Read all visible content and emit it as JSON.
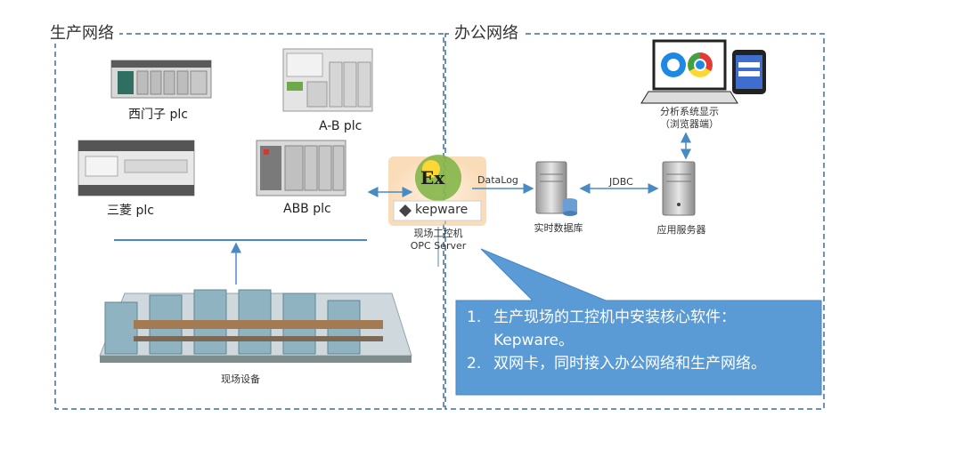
{
  "zones": {
    "production": "生产网络",
    "office": "办公网络"
  },
  "devices": {
    "siemens": "西门子 plc",
    "ab": "A-B plc",
    "mitsubishi": "三菱 plc",
    "abb": "ABB plc",
    "field_equipment": "现场设备",
    "kepware_logo": "kepware",
    "ex_logo": "Ex",
    "opc_line1": "现场工控机",
    "opc_line2": "OPC Server",
    "datalog": "DataLog",
    "jdbc": "JDBC",
    "realtime_db": "实时数据库",
    "app_server": "应用服务器",
    "analysis_line1": "分析系统显示",
    "analysis_line2": "（浏览器端）"
  },
  "callout": {
    "items": [
      {
        "num": "1.",
        "text": "生产现场的工控机中安装核心软件：Kepware。"
      },
      {
        "num": "2.",
        "text": "双网卡，同时接入办公网络和生产网络。"
      }
    ]
  },
  "colors": {
    "dash_border": "#3d6f9e",
    "arrow": "#4a8ac4",
    "callout_fill": "#5b9bd5",
    "callout_stroke": "#4a86bf"
  }
}
